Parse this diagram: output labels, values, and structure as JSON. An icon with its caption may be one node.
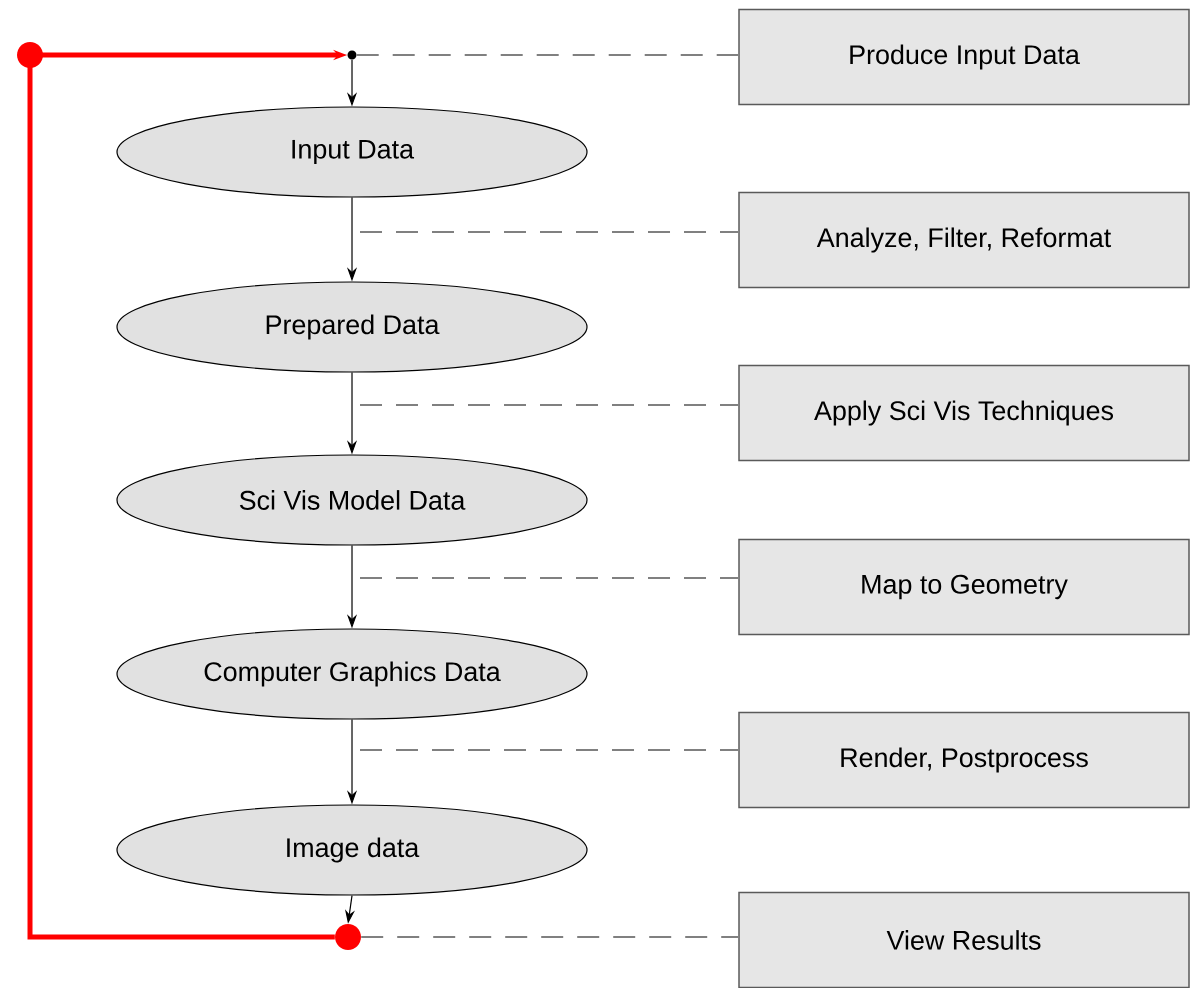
{
  "diagram": {
    "nodes": [
      {
        "text": [],
        "shape": "circle"
      },
      {
        "text": [
          "Input Data"
        ]
      },
      {
        "text": [
          "Prepared Data"
        ]
      },
      {
        "text": [
          "Sci Vis Model Data"
        ]
      },
      {
        "text": [
          "Computer Graphics Data"
        ]
      },
      {
        "text": [
          "Image data"
        ]
      },
      {
        "text": [],
        "shape": "circle"
      },
      {
        "text": [
          "Produce Input Data"
        ]
      },
      {
        "text": [
          "Analyze, Filter, Reformat"
        ]
      },
      {
        "text": [
          "Apply Sci Vis Techniques"
        ]
      },
      {
        "text": [
          "Map to Geometry"
        ]
      },
      {
        "text": [
          "Render, Postprocess"
        ]
      },
      {
        "text": [
          "View Results"
        ]
      }
    ],
    "edges": [
      {
        "from": 0,
        "to": 1,
        "arrow": "to"
      },
      {
        "from": 1,
        "to": 2,
        "arrow": "to"
      },
      {
        "from": 2,
        "to": 3,
        "arrow": "to"
      },
      {
        "from": 3,
        "to": 4,
        "arrow": "to"
      },
      {
        "from": 4,
        "to": 5,
        "arrow": "to"
      },
      {
        "from": 5,
        "to": 6,
        "arrow": "to"
      },
      {
        "from": 6,
        "to": 0,
        "arrow": "to",
        "style": "thick",
        "color": "#ff0000"
      },
      {
        "from": 0,
        "to": 7,
        "arrow": "none",
        "style": "dashed",
        "color": "#808080"
      },
      {
        "from": null,
        "to": 8,
        "arrow": "none",
        "style": "dashed",
        "color": "#808080"
      },
      {
        "from": null,
        "to": 9,
        "arrow": "none",
        "style": "dashed",
        "color": "#808080"
      },
      {
        "from": null,
        "to": 10,
        "arrow": "none",
        "style": "dashed",
        "color": "#808080"
      },
      {
        "from": null,
        "to": 11,
        "arrow": "none",
        "style": "dashed",
        "color": "#808080"
      },
      {
        "from": 6,
        "to": 12,
        "arrow": "none",
        "style": "dashed",
        "color": "#808080"
      }
    ]
  }
}
